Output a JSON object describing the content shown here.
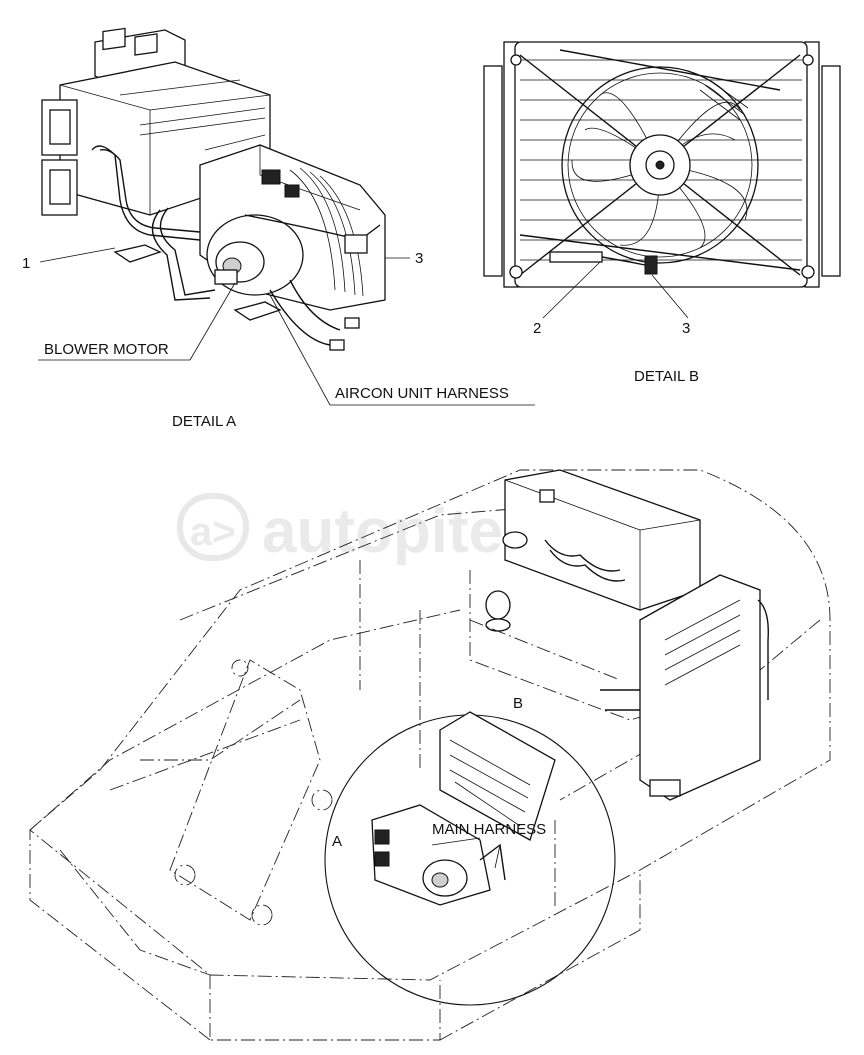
{
  "watermark": {
    "text": "autopiter.ru",
    "logo": "a>"
  },
  "top_mark": "",
  "detail_a": {
    "title": "DETAIL  A",
    "callouts": [
      {
        "id": "1",
        "text": "1"
      },
      {
        "id": "3",
        "text": "3"
      }
    ],
    "labels": {
      "blower_motor": "BLOWER MOTOR",
      "aircon_unit_harness": "AIRCON UNIT HARNESS"
    }
  },
  "detail_b": {
    "title": "DETAIL  B",
    "callouts": [
      {
        "id": "2",
        "text": "2"
      },
      {
        "id": "3",
        "text": "3"
      }
    ]
  },
  "main_view": {
    "markers": {
      "a": "A",
      "b": "B"
    },
    "labels": {
      "main_harness": "MAIN HARNESS"
    }
  }
}
